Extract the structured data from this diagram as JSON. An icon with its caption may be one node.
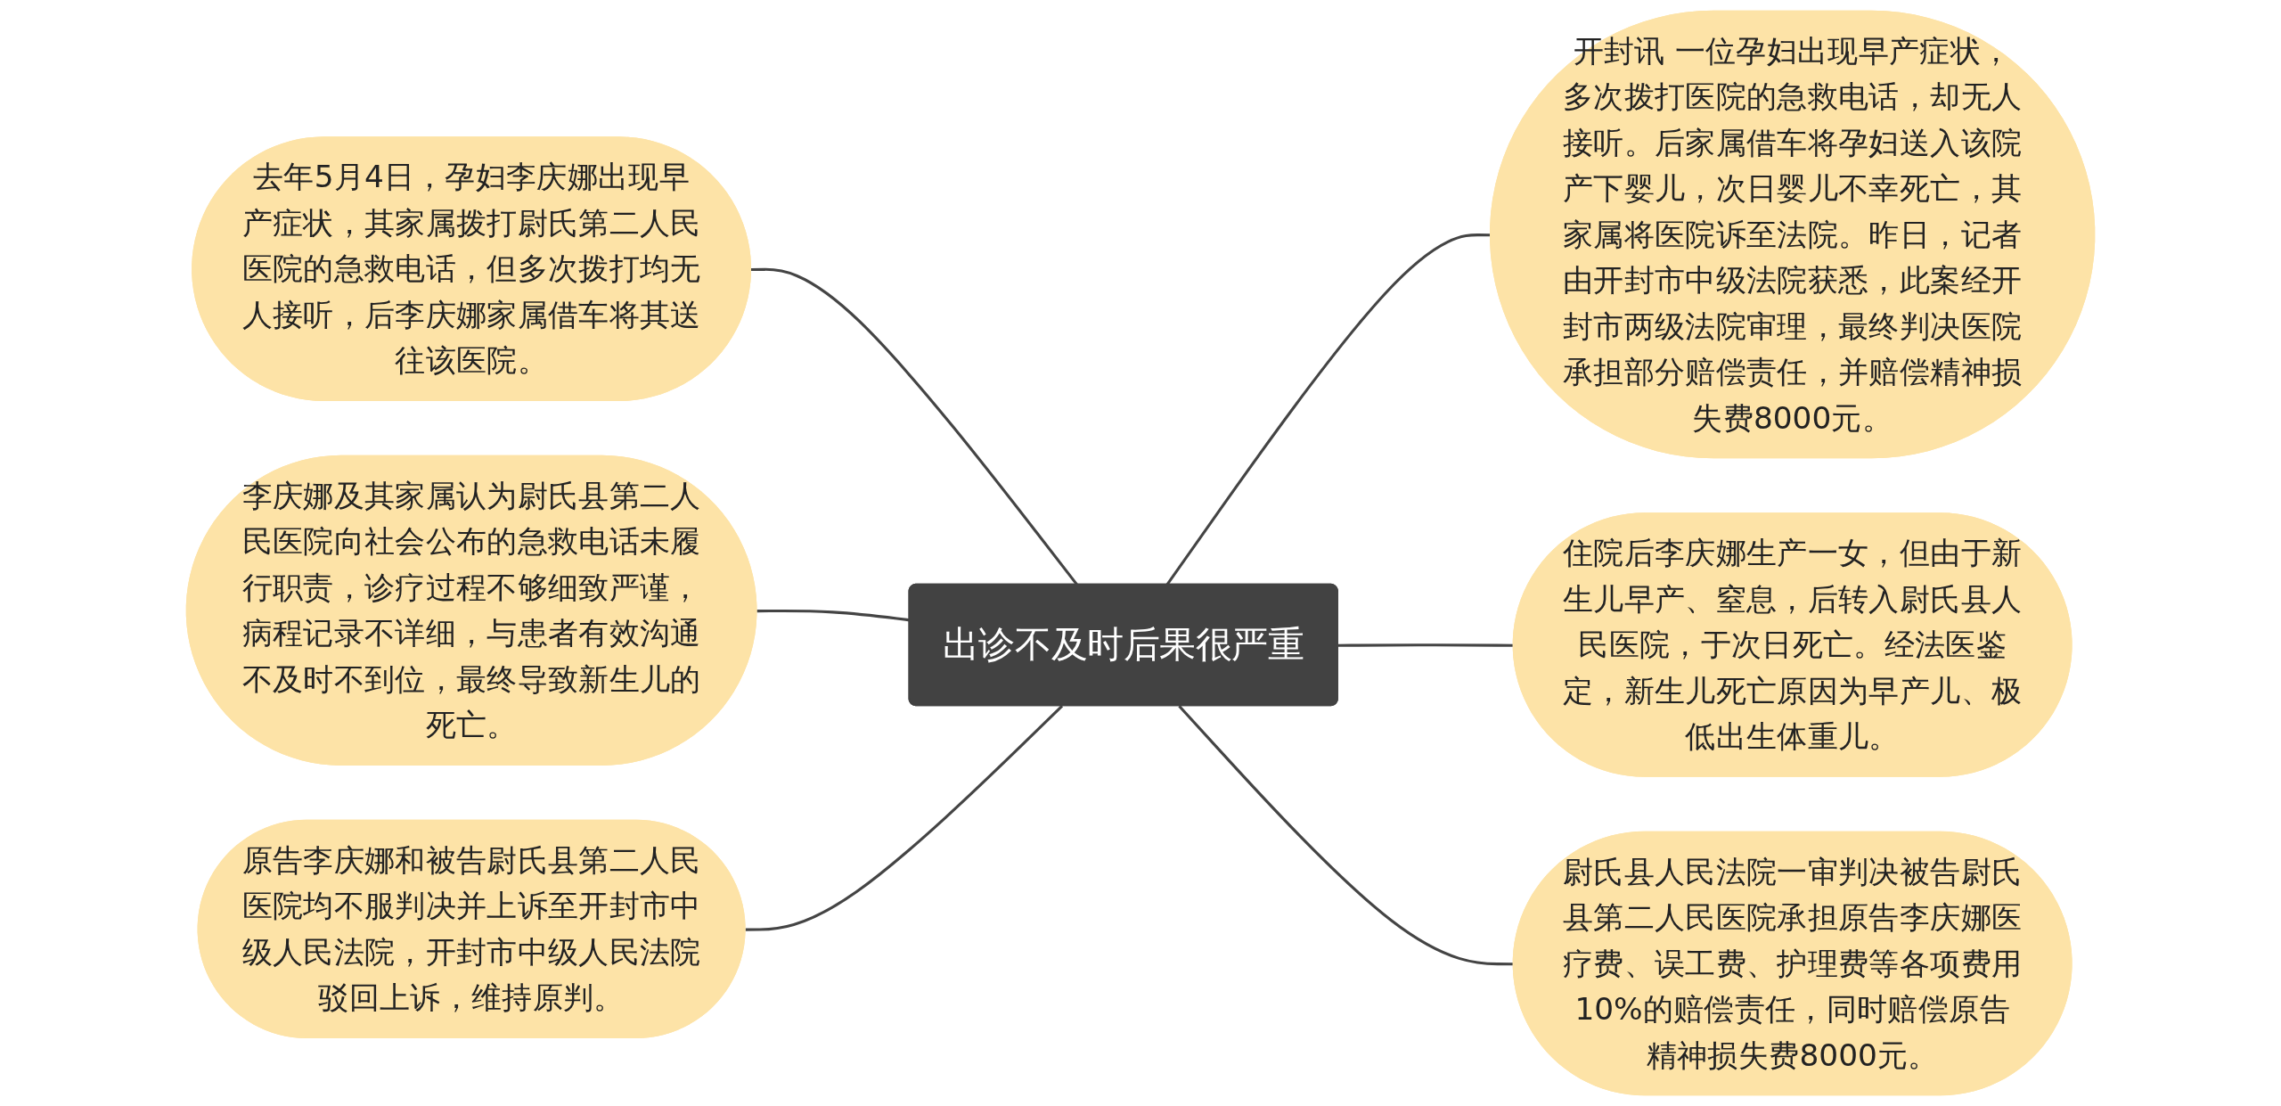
{
  "diagram": {
    "nodes": [
      {
        "text": [
          "去年5月4日，孕妇李庆娜出现早产症状，其家属拨打尉氏第二人民医院的急救电话，但多次拨打均无人接听，后李庆娜家属借车将其送往该医院。"
        ]
      },
      {
        "text": [
          "李庆娜及其家属认为尉氏县第二人民医院向社会公布的急救电话未履行职责，诊疗过程不够细致严谨，病程记录不详细，与患者有效沟通不及时不到位，最终导致新生儿的死亡。"
        ]
      },
      {
        "text": [
          "原告李庆娜和被告尉氏县第二人民医院均不服判决并上诉至开封市中级人民法院，开封市中级人民法院驳回上诉，维持原判。"
        ]
      },
      {
        "text": [
          "出诊不及时后果很严重"
        ]
      },
      {
        "text": [
          "开封讯 一位孕妇出现早产症状，多次拨打医院的急救电话，却无人接听。后家属借车将孕妇送入该院产下婴儿，次日婴儿不幸死亡，其家属将医院诉至法院。昨日，记者由开封市中级法院获悉，此案经开封市两级法院审理，最终判决医院承担部分赔偿责任，并赔偿精神损失费8000元。"
        ]
      },
      {
        "text": [
          "住院后李庆娜生产一女，但由于新生儿早产、窒息，后转入尉氏县人民医院，于次日死亡。经法医鉴定，新生儿死亡原因为早产儿、极低出生体重儿。"
        ]
      },
      {
        "text": [
          "尉氏县人民法院一审判决被告尉氏县第二人民医院承担原告李庆娜医疗费、误工费、护理费等各项费用10%的赔偿责任，同时赔偿原告精神损失费8000元。"
        ]
      }
    ],
    "edges": [
      {
        "from": 0,
        "to": 3,
        "arrow": "none"
      },
      {
        "from": 1,
        "to": 3,
        "arrow": "none"
      },
      {
        "from": 2,
        "to": 3,
        "arrow": "none"
      },
      {
        "from": 3,
        "to": 4,
        "arrow": "none"
      },
      {
        "from": 3,
        "to": 5,
        "arrow": "none"
      },
      {
        "from": 3,
        "to": 6,
        "arrow": "none"
      }
    ]
  }
}
